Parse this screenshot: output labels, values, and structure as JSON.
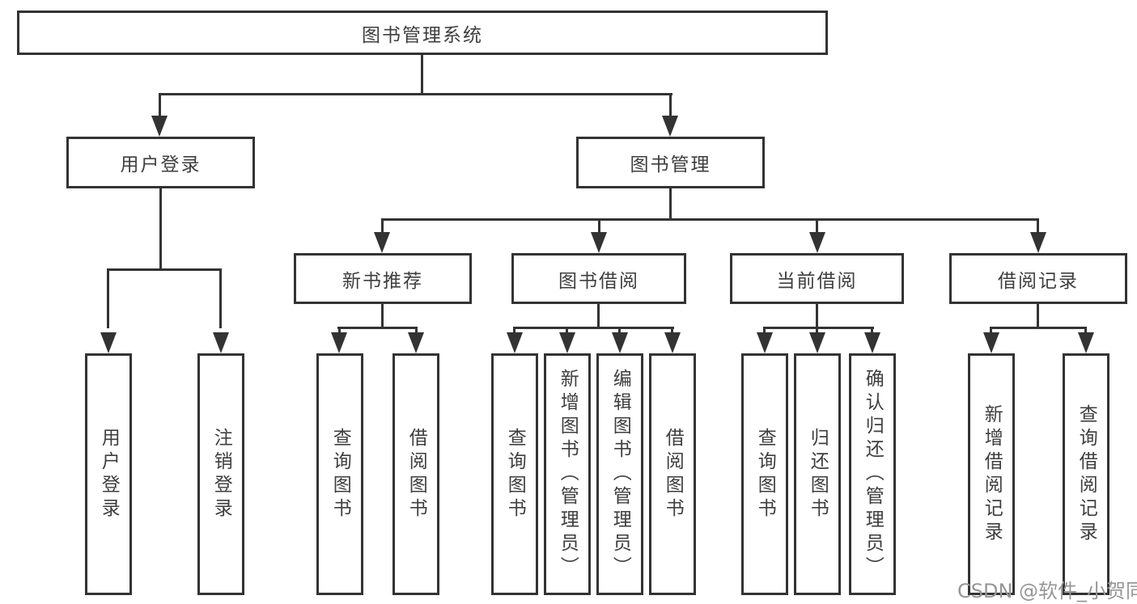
{
  "diagram": {
    "root": "图书管理系统",
    "level2": {
      "userLogin": "用户登录",
      "bookManagement": "图书管理"
    },
    "level3": {
      "newBookRecommend": "新书推荐",
      "bookBorrow": "图书借阅",
      "currentBorrow": "当前借阅",
      "borrowRecords": "借阅记录"
    },
    "leaves": {
      "userLogin": [
        "用户登录",
        "注销登录"
      ],
      "newBookRecommend": [
        "查询图书",
        "借阅图书"
      ],
      "bookBorrow": [
        "查询图书",
        "新增图书（管理员）",
        "编辑图书（管理员）",
        "借阅图书"
      ],
      "currentBorrow": [
        "查询图书",
        "归还图书",
        "确认归还（管理员）"
      ],
      "borrowRecords": [
        "新增借阅记录",
        "查询借阅记录"
      ]
    },
    "watermark": "CSDN @软件_小贺同学",
    "colors": {
      "line": "#333333",
      "text": "#3e3e3e",
      "watermark": "#969696",
      "background": "#ffffff"
    }
  }
}
